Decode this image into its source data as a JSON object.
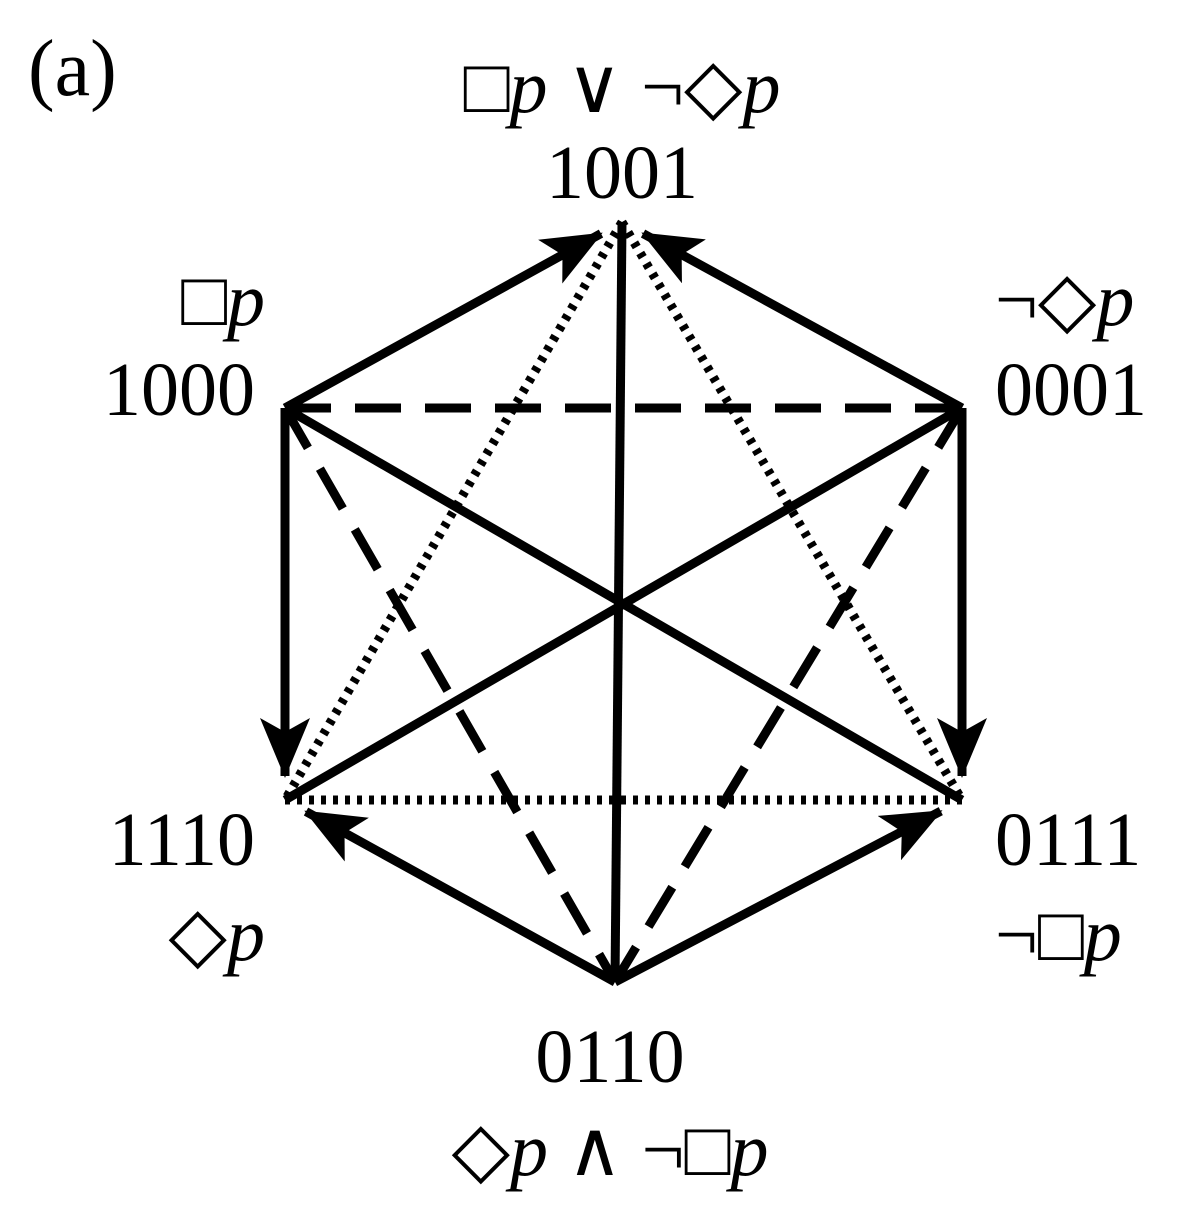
{
  "panel_label": "(a)",
  "nodes": {
    "n1001": {
      "code": "1001",
      "formula": "□p ∨ ¬◇p"
    },
    "n1000": {
      "code": "1000",
      "formula": "□p"
    },
    "n0001": {
      "code": "0001",
      "formula": "¬◇p"
    },
    "n1110": {
      "code": "1110",
      "formula": "◇p"
    },
    "n0111": {
      "code": "0111",
      "formula": "¬□p"
    },
    "n0110": {
      "code": "0110",
      "formula": "◇p ∧ ¬□p"
    }
  },
  "edges": [
    {
      "from": "1000",
      "to": "1001",
      "style": "solid",
      "arrow": true
    },
    {
      "from": "0001",
      "to": "1001",
      "style": "solid",
      "arrow": true
    },
    {
      "from": "1000",
      "to": "1110",
      "style": "solid",
      "arrow": true
    },
    {
      "from": "0001",
      "to": "0111",
      "style": "solid",
      "arrow": true
    },
    {
      "from": "0110",
      "to": "1110",
      "style": "solid",
      "arrow": true
    },
    {
      "from": "0110",
      "to": "0111",
      "style": "solid",
      "arrow": true
    },
    {
      "from": "1001",
      "to": "0110",
      "style": "solid",
      "arrow": false
    },
    {
      "from": "1000",
      "to": "0111",
      "style": "solid",
      "arrow": false
    },
    {
      "from": "0001",
      "to": "1110",
      "style": "solid",
      "arrow": false
    },
    {
      "from": "1000",
      "to": "0001",
      "style": "dashed",
      "arrow": false
    },
    {
      "from": "1000",
      "to": "0110",
      "style": "dashed",
      "arrow": false
    },
    {
      "from": "0001",
      "to": "0110",
      "style": "dashed",
      "arrow": false
    },
    {
      "from": "1110",
      "to": "0111",
      "style": "dotted",
      "arrow": false
    },
    {
      "from": "1001",
      "to": "1110",
      "style": "dotted",
      "arrow": false
    },
    {
      "from": "1001",
      "to": "0111",
      "style": "dotted",
      "arrow": false
    }
  ]
}
